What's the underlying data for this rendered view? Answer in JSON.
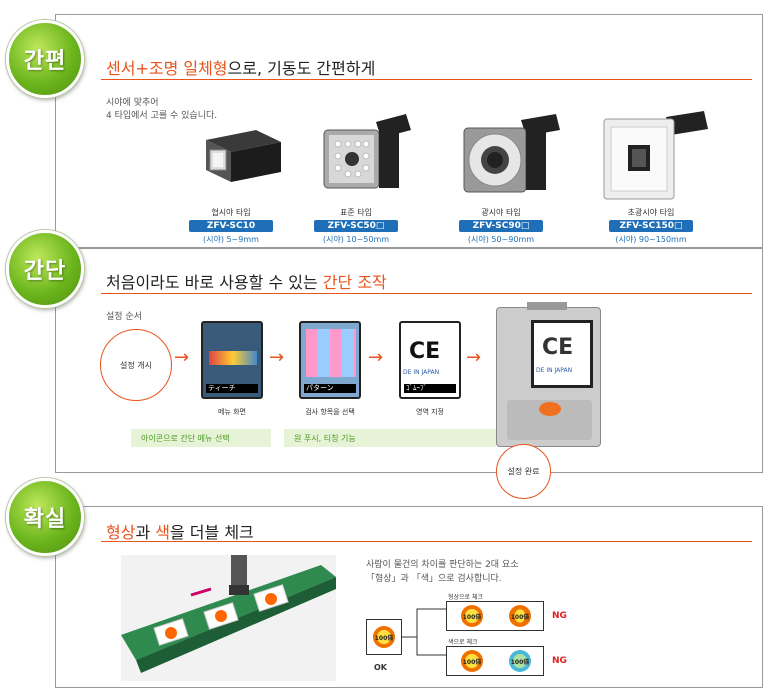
{
  "section1": {
    "badge": "간편",
    "heading_pre": "센서+조명 일체형",
    "heading_post": "으로, 기동도 간편하게",
    "desc_line1": "시야에 맞추어",
    "desc_line2": "4 타입에서 고를 수 있습니다.",
    "cameras": [
      {
        "name": "협시야 타입",
        "model": "ZFV-SC10",
        "range": "(시야) 5~9mm"
      },
      {
        "name": "표준 타입",
        "model": "ZFV-SC50□",
        "range": "(시야) 10~50mm"
      },
      {
        "name": "광시야 타입",
        "model": "ZFV-SC90□",
        "range": "(시야) 50~90mm"
      },
      {
        "name": "초광시야 타입",
        "model": "ZFV-SC150□",
        "range": "(시야) 90~150mm"
      }
    ]
  },
  "section2": {
    "badge": "간단",
    "heading_pre": "처음이라도 바로 사용할 수 있는 ",
    "heading_hl": "간단 조작",
    "subtitle": "설정 순서",
    "start": "설정 개시",
    "screens": [
      {
        "bar": "ティーチ",
        "caption": "메뉴 화면"
      },
      {
        "bar": "パターン",
        "caption": "검사 항목을 선택"
      },
      {
        "bar": "ｺﾞﾑｰﾌﾞ",
        "caption": "영역 지정"
      }
    ],
    "ce_text": "CE",
    "ce_sub": "DE IN JAPAN",
    "note1": "아이콘으로 간단 메뉴 선택",
    "note2": "원 푸시, 티칭 기능",
    "finish": "설정 완료"
  },
  "section3": {
    "badge": "확실",
    "heading_a": "형상",
    "heading_b": "과 ",
    "heading_c": "색",
    "heading_d": "을 더블 체크",
    "desc_line1": "사람이 물건의 차이를 판단하는 2대 요소",
    "desc_line2": "「형상」과 「색」으로 검사합니다.",
    "shape_label": "형상으로 체크",
    "color_label": "색으로 체크",
    "ball_text": "100倍",
    "ok": "OK",
    "ng": "NG"
  }
}
